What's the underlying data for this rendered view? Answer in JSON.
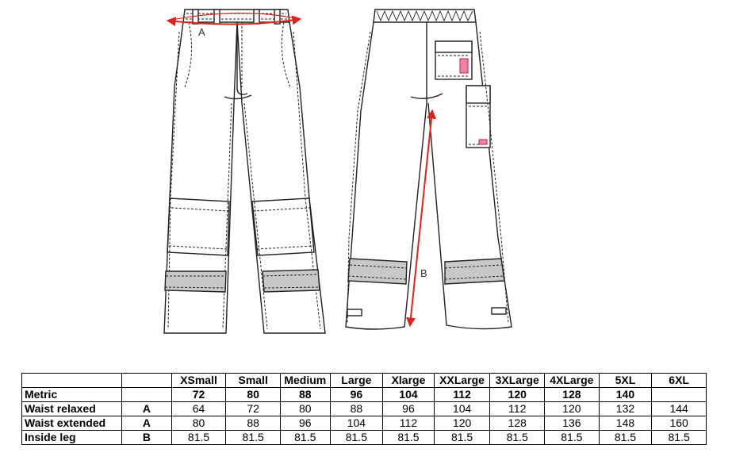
{
  "diagram": {
    "front_label": "A",
    "back_label": "B"
  },
  "table": {
    "sizes": [
      "XSmall",
      "Small",
      "Medium",
      "Large",
      "Xlarge",
      "XXLarge",
      "3XLarge",
      "4XLarge",
      "5XL",
      "6XL"
    ],
    "rows": [
      {
        "label": "Metric",
        "ref": "",
        "values": [
          "72",
          "80",
          "88",
          "96",
          "104",
          "112",
          "120",
          "128",
          "140",
          ""
        ]
      },
      {
        "label": "Waist relaxed",
        "ref": "A",
        "values": [
          "64",
          "72",
          "80",
          "88",
          "96",
          "104",
          "112",
          "120",
          "132",
          "144"
        ]
      },
      {
        "label": "Waist extended",
        "ref": "A",
        "values": [
          "80",
          "88",
          "96",
          "104",
          "112",
          "120",
          "128",
          "136",
          "148",
          "160"
        ]
      },
      {
        "label": "Inside leg",
        "ref": "B",
        "values": [
          "81.5",
          "81.5",
          "81.5",
          "81.5",
          "81.5",
          "81.5",
          "81.5",
          "81.5",
          "81.5",
          "81.5"
        ]
      }
    ]
  },
  "colors": {
    "measure_line": "#d9261c",
    "reflective_band": "#c8c8c8",
    "outline": "#222222"
  }
}
